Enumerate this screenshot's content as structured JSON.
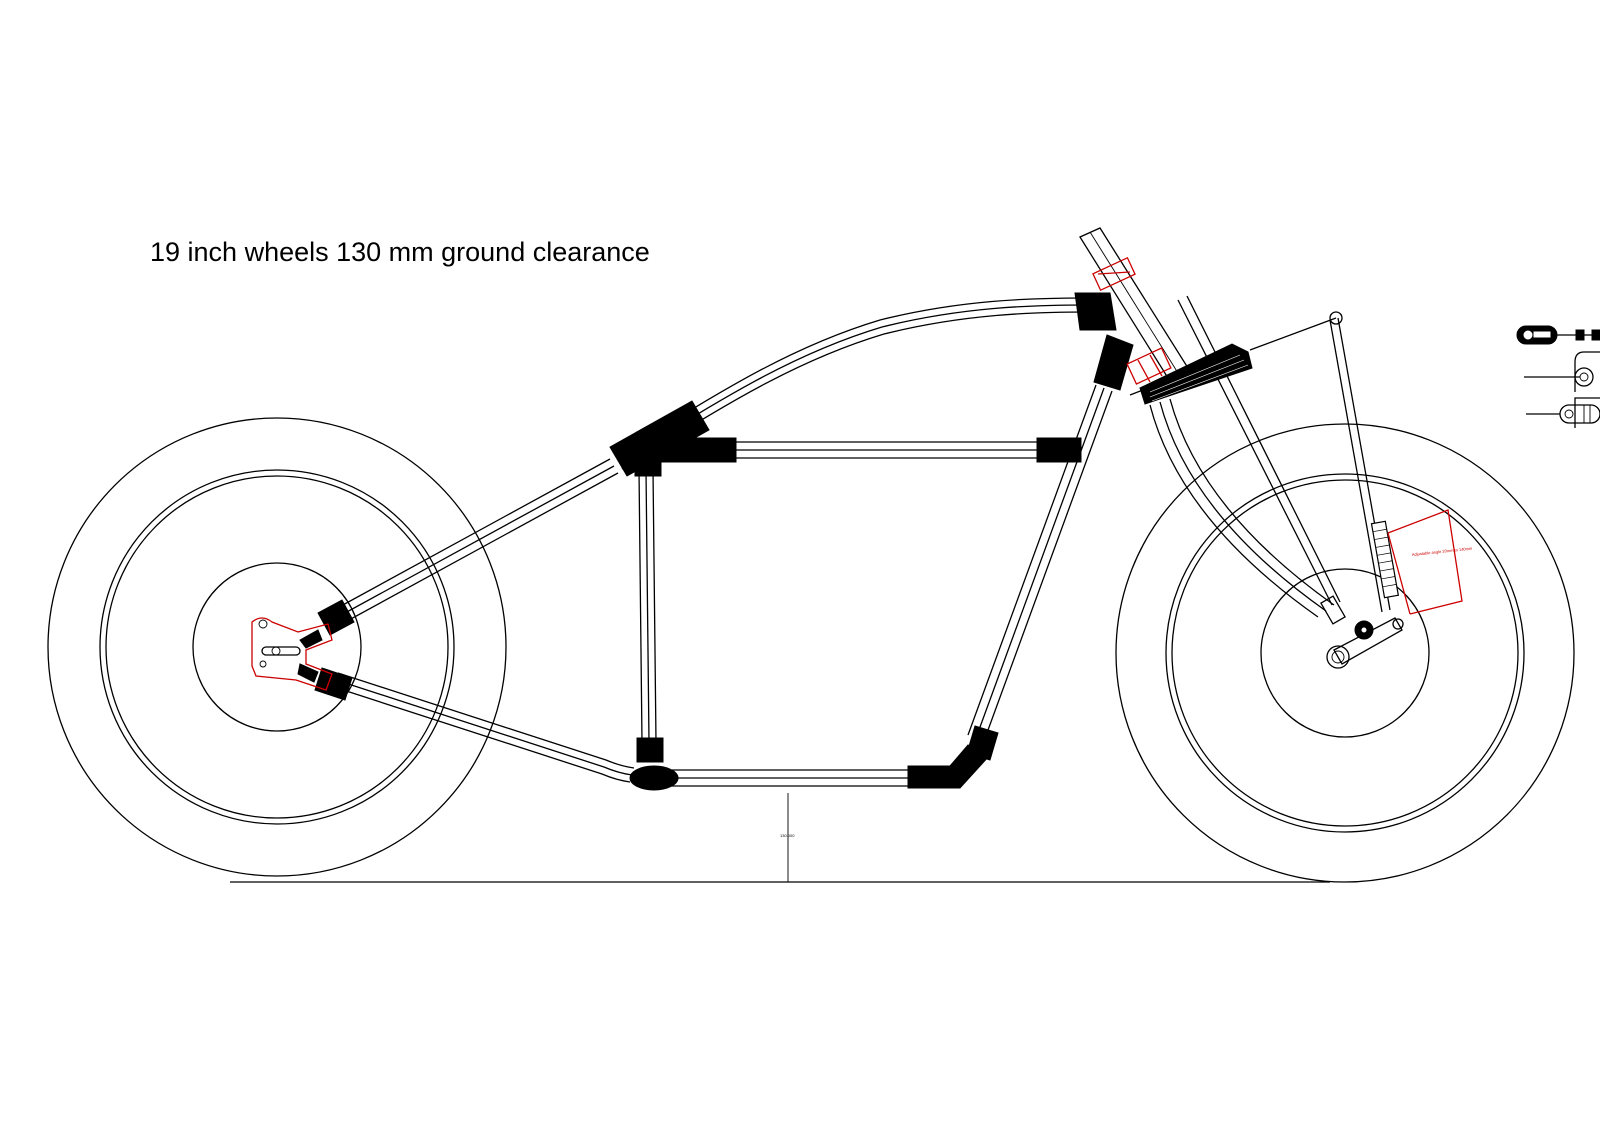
{
  "drawing": {
    "caption": "19 inch wheels  130 mm ground clearance",
    "clearance_dimension": "130.000",
    "fork_annotation": "Adjustable angle  20mm to 140mm",
    "colors": {
      "linework": "#000000",
      "markup": "#cc0000",
      "background": "#ffffff"
    }
  }
}
